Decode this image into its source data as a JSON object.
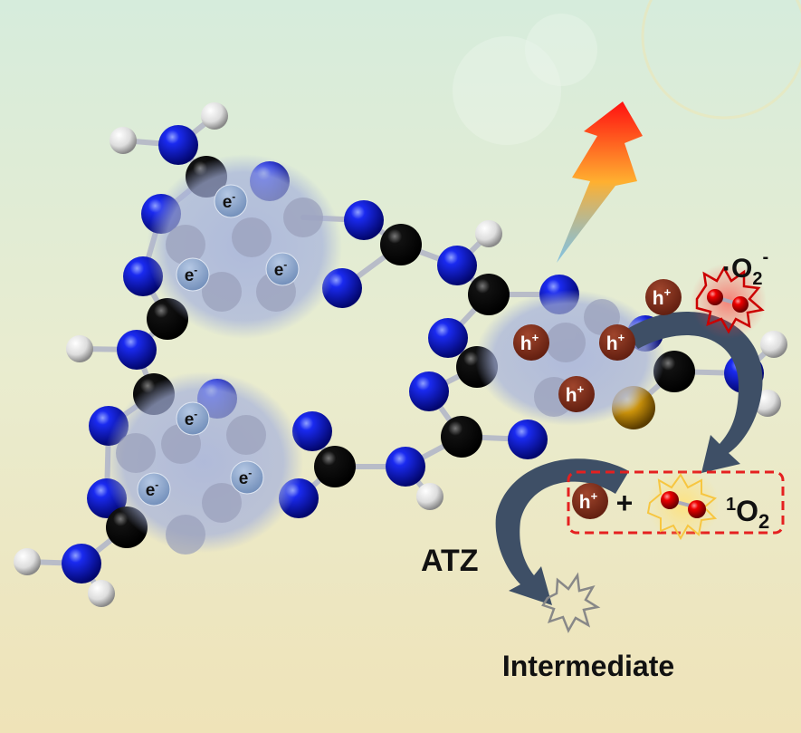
{
  "labels": {
    "superoxide": "·O",
    "superoxide_sub": "2",
    "superoxide_sup": "-",
    "singlet_oxygen_sup": "1",
    "singlet_oxygen": "O",
    "singlet_oxygen_sub": "2",
    "plus": "+",
    "atz": "ATZ",
    "intermediate": "Intermediate"
  },
  "electron": {
    "text": "e",
    "sup": "-"
  },
  "hole": {
    "text": "h",
    "sup": "+"
  },
  "colors": {
    "nitrogen": "#0a14d8",
    "carbon": "#000000",
    "hydrogen": "#ffffff",
    "sulfur": "#c8900a",
    "hole": "#8a2e1a",
    "electron": "#8aa6cc",
    "arrow": "#3e4f66",
    "dashed_box": "#e52020"
  }
}
